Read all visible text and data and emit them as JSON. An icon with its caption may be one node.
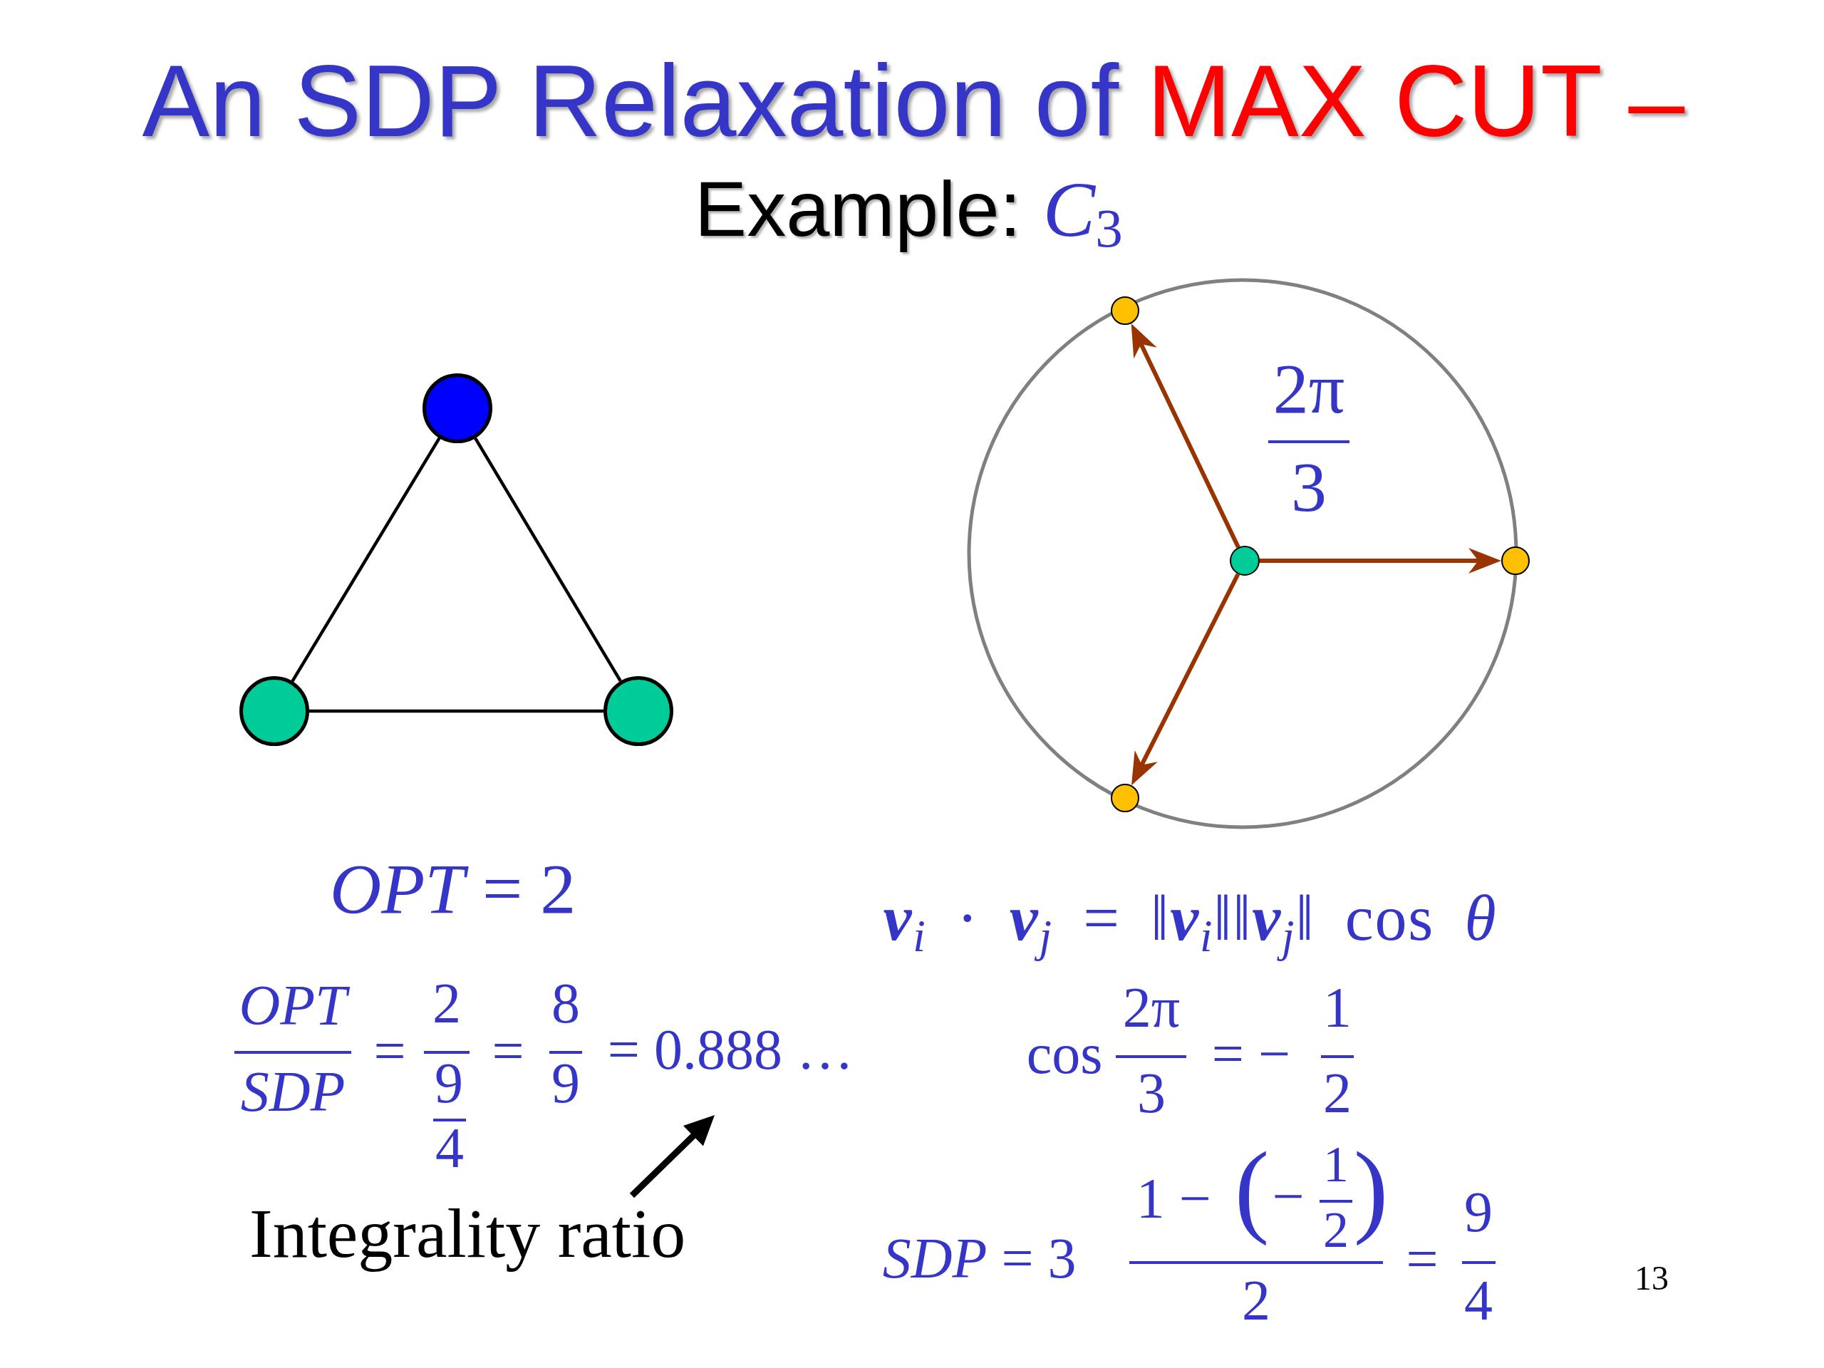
{
  "diagram": {
    "title": "An SDP Relaxation of MAX CUT –",
    "nodes": [
      {
        "text": [],
        "shape": "circle"
      },
      {
        "text": [],
        "shape": "circle"
      },
      {
        "text": [],
        "shape": "circle"
      },
      {
        "text": [],
        "shape": "circle"
      },
      {
        "text": [],
        "shape": "circle"
      },
      {
        "text": [],
        "shape": "circle"
      },
      {
        "text": [],
        "shape": "circle"
      },
      {
        "text": [
          "Integrality ratio"
        ]
      }
    ],
    "edges": [
      {
        "from": 0,
        "to": 1,
        "arrow": "none"
      },
      {
        "from": 0,
        "to": 2,
        "arrow": "none"
      },
      {
        "from": 1,
        "to": 2,
        "arrow": "none"
      },
      {
        "from": 3,
        "to": 4,
        "arrow": "to",
        "color": "#993300"
      },
      {
        "from": 3,
        "to": 5,
        "arrow": "to",
        "color": "#993300"
      },
      {
        "from": 3,
        "to": 6,
        "arrow": "to",
        "color": "#993300"
      },
      {
        "from": 7,
        "to": null,
        "arrow": "to"
      }
    ],
    "labels": [
      "Example: *C*$_{3}$",
      "2π",
      "3",
      "*OPT* = 2",
      "**v**$_{i}$ · **v**$_{j}$ = ‖**v**$_{i}$‖‖**v**$_{j}$‖ cos *θ*",
      "*OPT*",
      "*SDP*",
      "=",
      "2",
      "9",
      "4",
      "=",
      "8",
      "9",
      "= 0.888 …",
      "cos",
      "2π",
      "3",
      "= −",
      "1",
      "2",
      "*SDP* = 3",
      "1 −",
      "(",
      "−",
      "1",
      "2",
      ")",
      "2",
      "=",
      "9",
      "4",
      "13"
    ]
  }
}
